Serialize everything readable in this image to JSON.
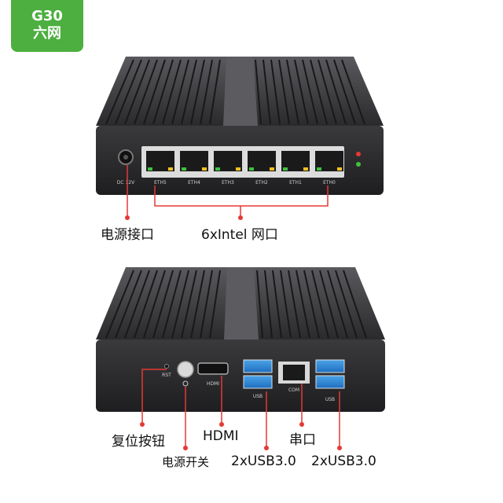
{
  "badge": {
    "model": "G30",
    "subtitle": "六网"
  },
  "top_device": {
    "power_port_label": "DC 12V",
    "eth_ports": [
      "ETH5",
      "ETH4",
      "ETH3",
      "ETH2",
      "ETH1",
      "ETH0"
    ]
  },
  "bottom_device": {
    "reset_label": "RST",
    "hdmi_label": "HDMI",
    "com_label": "COM",
    "usb_label_left": "USB",
    "usb_label_right": "USB"
  },
  "callouts": {
    "power_port": "电源接口",
    "ethernet": "6xIntel 网口",
    "reset_button": "复位按钮",
    "power_switch": "电源开关",
    "hdmi": "HDMI",
    "serial_port": "串口",
    "usb_left": "2xUSB3.0",
    "usb_right": "2xUSB3.0"
  },
  "colors": {
    "badge": "#4caf3f",
    "callout_line": "#e53935",
    "body": "#2b2b2d",
    "fin": "#3a3a3c"
  }
}
